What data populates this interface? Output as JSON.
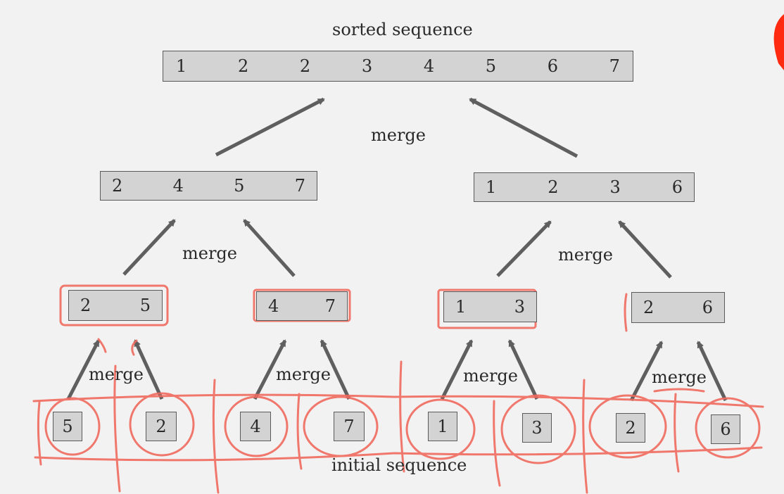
{
  "labels": {
    "top": "sorted sequence",
    "bottom": "initial sequence",
    "merge": "merge"
  },
  "sorted_sequence": [
    "1",
    "2",
    "2",
    "3",
    "4",
    "5",
    "6",
    "7"
  ],
  "level2": [
    [
      "2",
      "4",
      "5",
      "7"
    ],
    [
      "1",
      "2",
      "3",
      "6"
    ]
  ],
  "level1": [
    [
      "2",
      "5"
    ],
    [
      "4",
      "7"
    ],
    [
      "1",
      "3"
    ],
    [
      "2",
      "6"
    ]
  ],
  "initial_sequence": [
    "5",
    "2",
    "4",
    "7",
    "1",
    "3",
    "2",
    "6"
  ],
  "colors": {
    "arrow": "#5f5f5f",
    "box_fill": "#d3d3d3",
    "annotation": "#f06a5e",
    "corner_blob": "#ff2a10"
  }
}
